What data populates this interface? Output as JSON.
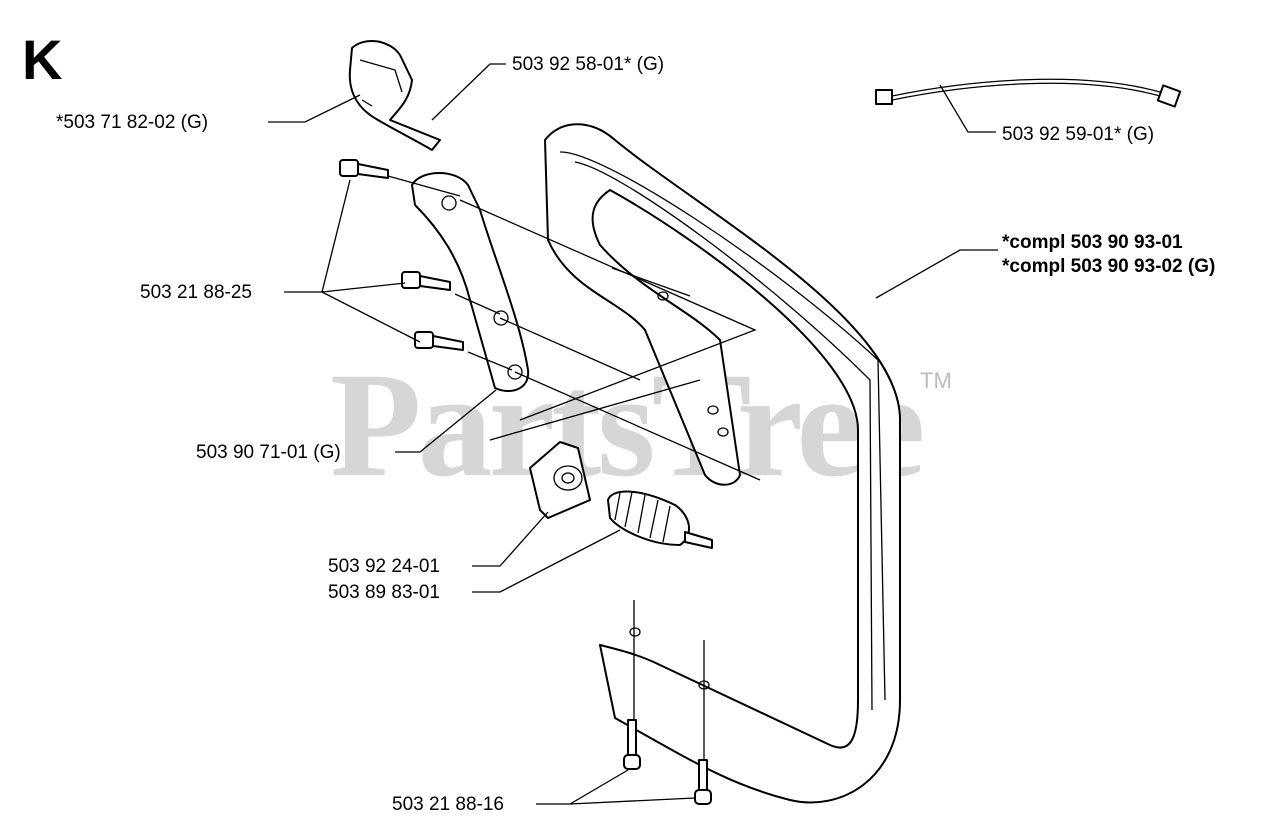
{
  "section_letter": "K",
  "watermark": {
    "text": "PartsTree",
    "tm": "TM"
  },
  "labels": {
    "switch_button": "*503 71 82-02 (G)",
    "switch": "503 92 58-01* (G)",
    "wire": "503 92 59-01* (G)",
    "handle_compl_1": "*compl 503 90 93-01",
    "handle_compl_2": "*compl 503 90 93-02 (G)",
    "screw_upper": "503 21 88-25",
    "bracket": "503 90 71-01 (G)",
    "vibration_block": "503 92 24-01",
    "spring": "503 89 83-01",
    "screw_lower": "503 21 88-16"
  }
}
